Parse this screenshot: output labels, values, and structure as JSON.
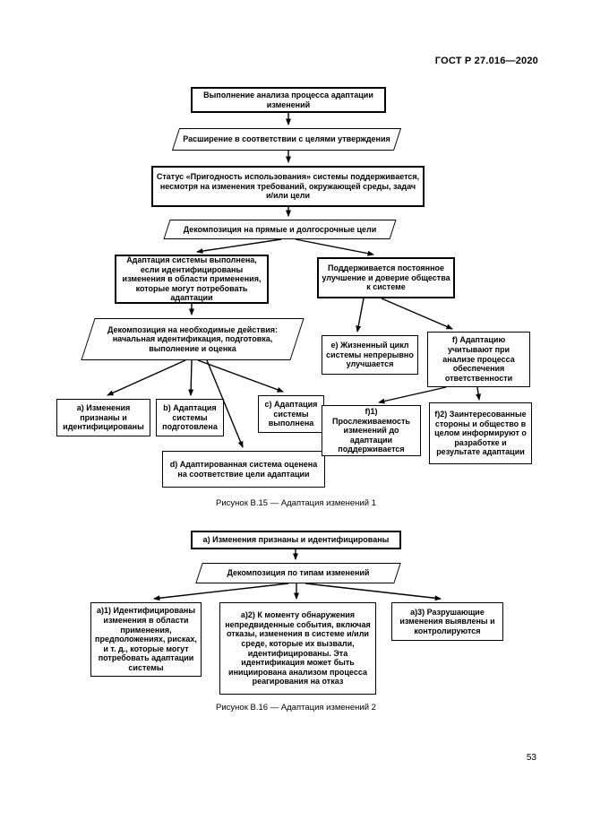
{
  "page": {
    "header": "ГОСТ Р 27.016—2020",
    "page_number": "53",
    "ink_color": "#000000",
    "paper_color": "#ffffff"
  },
  "figure1": {
    "caption": "Рисунок В.15 — Адаптация изменений 1",
    "nodes": {
      "start": "Выполнение анализа процесса адаптации изменений",
      "expand": "Расширение в соответствии с целями утверждения",
      "status": "Статус «Пригодность использования» системы поддерживается, несмотря на изменения требований, окружающей среды, задач и/или цели",
      "decomp_goals": "Декомпозиция на прямые и долгосрочные цели",
      "adapt_if": "Адаптация системы выполнена, если идентифицированы изменения в области применения, которые могут потребовать адаптации",
      "improve": "Поддерживается постоянное улучшение и доверие общества к системе",
      "decomp_actions": "Декомпозиция на необходимые действия: начальная идентификация, подготовка, выполнение и оценка",
      "a": "а) Изменения признаны и идентифицированы",
      "b": "b) Адаптация системы подготовлена",
      "c": "с) Адаптация системы выполнена",
      "d": "d) Адаптированная система оценена на соответствие цели адаптации",
      "e": "е) Жизненный цикл системы непрерывно улучшается",
      "f": "f) Адаптацию учитывают при анализе процесса обеспечения ответственности",
      "f1": "f)1) Прослеживаемость изменений до адаптации поддерживается",
      "f2": "f)2) Заинтересованные стороны и общество в целом информируют о разработке и результате адаптации"
    }
  },
  "figure2": {
    "caption": "Рисунок В.16 — Адаптация изменений 2",
    "nodes": {
      "a": "а) Изменения признаны и идентифицированы",
      "decomp_types": "Декомпозиция по типам изменений",
      "a1": "а)1) Идентифицированы изменения в области применения, предположениях, рисках, и т. д., которые могут потребовать адаптации системы",
      "a2": "а)2) К моменту обнаружения непредвиденные события, включая отказы, изменения в системе и/или среде, которые их вызвали, идентифицированы. Эта идентификация может быть инициирована анализом процесса реагирования на отказ",
      "a3": "а)3) Разрушающие изменения выявлены и контролируются"
    }
  }
}
